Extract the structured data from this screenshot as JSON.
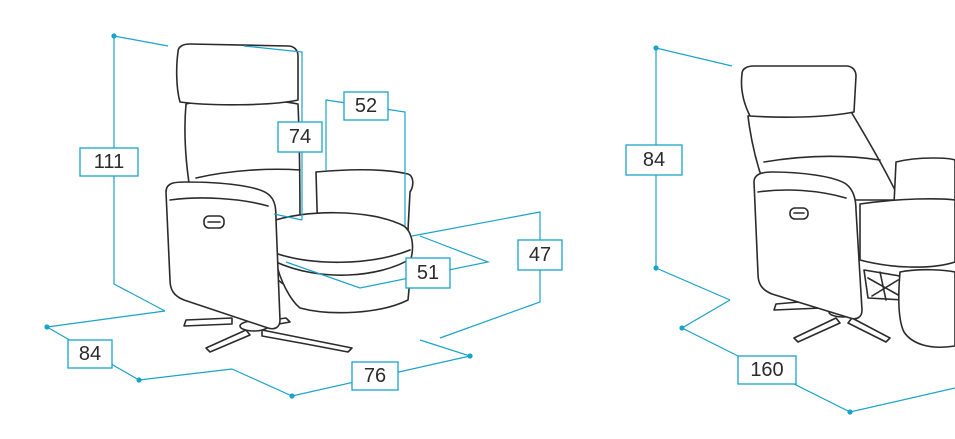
{
  "colors": {
    "dimension_line": "#1aa3c8",
    "outline": "#2b2b2b"
  },
  "upright_chair": {
    "height": "111",
    "depth": "84",
    "width": "76",
    "backrest_height": "74",
    "arm_width": "52",
    "seat_depth": "51",
    "seat_height": "47"
  },
  "reclined_chair": {
    "height": "84",
    "length": "160"
  }
}
